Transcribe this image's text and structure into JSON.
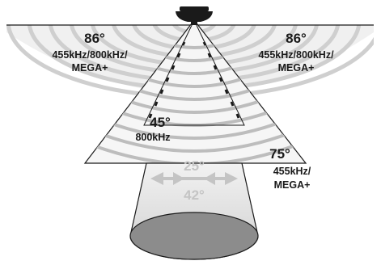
{
  "labels": {
    "left_angle": "86°",
    "left_freq": "455kHz/800kHz/",
    "left_mode": "MEGA+",
    "right_angle": "86°",
    "right_freq": "455kHz/800kHz/",
    "right_mode": "MEGA+",
    "narrow_angle": "45°",
    "narrow_freq": "800kHz",
    "medium_angle": "75°",
    "medium_freq": "455kHz/",
    "medium_mode": "MEGA+",
    "cone_inner_angle": "25°",
    "cone_outer_angle": "42°"
  },
  "colors": {
    "background": "#ffffff",
    "outline": "#1a1a1a",
    "wide_beam_fill": "#ececec",
    "arc": "#c8c8c8",
    "triangle_fill": "#f3f3f3",
    "cone_fill": "#dcdcdc",
    "cone_base": "#8a8a8a",
    "arrow": "#c4c4c4"
  },
  "icons": {
    "transducer": "boat-hull-icon"
  }
}
